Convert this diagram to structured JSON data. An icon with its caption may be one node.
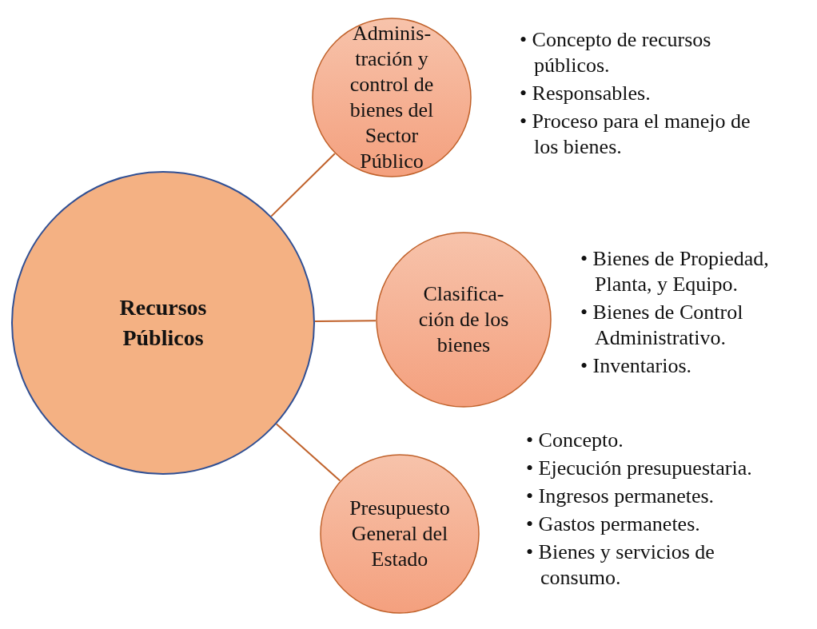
{
  "diagram": {
    "nodes": [
      {
        "text": [
          "Recursos Públicos"
        ]
      },
      {
        "text": [
          "Adminis- tración y control de bienes del Sector Público"
        ],
        "beside": [
          "• Concepto de recursos públicos.",
          "• Responsables.",
          "• Proceso para el manejo de los bienes."
        ]
      },
      {
        "text": [
          "Clasifica- ción de los bienes"
        ],
        "beside": [
          "• Bienes de Propiedad, Planta, y Equipo.",
          "• Bienes de Control Administrativo.",
          "• Inventarios."
        ]
      },
      {
        "text": [
          "Presupuesto General del Estado"
        ],
        "beside": [
          "• Concepto.",
          "• Ejecución presupuestaria.",
          "• Ingresos permanetes.",
          "• Gastos permanetes.",
          "• Bienes y servicios de consumo."
        ]
      }
    ],
    "edges": [
      {
        "from": 0,
        "to": 1,
        "arrow": "none"
      },
      {
        "from": 0,
        "to": 2,
        "arrow": "none"
      },
      {
        "from": 0,
        "to": 3,
        "arrow": "none"
      }
    ]
  }
}
